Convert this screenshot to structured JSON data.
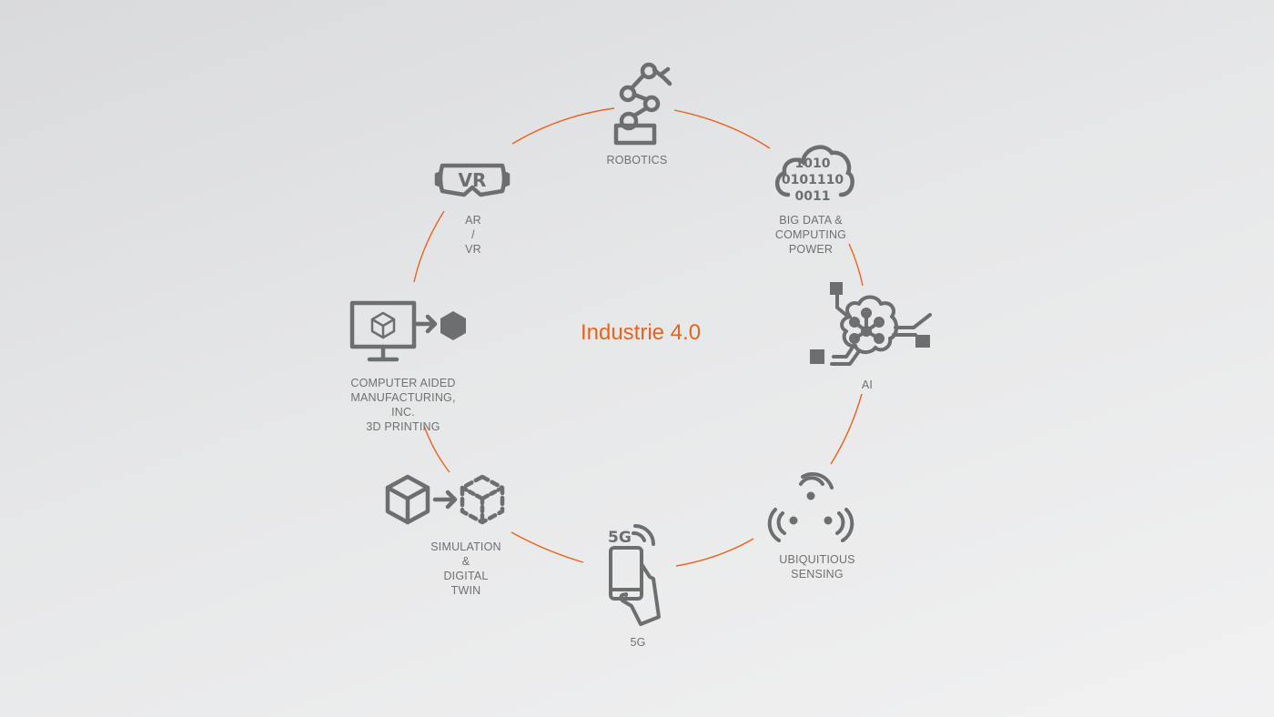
{
  "center": {
    "title": "Industrie 4.0"
  },
  "nodes": [
    {
      "id": "robotics",
      "label": "ROBOTICS",
      "icon": "robot-arm-icon"
    },
    {
      "id": "bigdata",
      "label": "BIG DATA &\nCOMPUTING POWER",
      "icon": "cloud-binary-icon",
      "icon_text": [
        "1010",
        "0101110",
        "0011"
      ]
    },
    {
      "id": "ai",
      "label": "AI",
      "icon": "brain-circuit-icon"
    },
    {
      "id": "sensing",
      "label": "UBIQUITIOUS\nSENSING",
      "icon": "wireless-sensor-icon"
    },
    {
      "id": "fiveg",
      "label": "5G",
      "icon": "smartphone-signal-icon",
      "icon_text": "5G"
    },
    {
      "id": "simulation",
      "label": "SIMULATION &\nDIGITAL TWIN",
      "icon": "cube-to-dashed-cube-icon"
    },
    {
      "id": "cam",
      "label": "COMPUTER AIDED\nMANUFACTURING, INC.\n3D PRINTING",
      "icon": "monitor-to-hexagon-icon"
    },
    {
      "id": "arvr",
      "label": "AR / VR",
      "icon": "vr-goggles-icon",
      "icon_text": "VR"
    }
  ],
  "colors": {
    "accent": "#e8641e",
    "icon": "#6d6e70",
    "label": "#6f7072"
  }
}
